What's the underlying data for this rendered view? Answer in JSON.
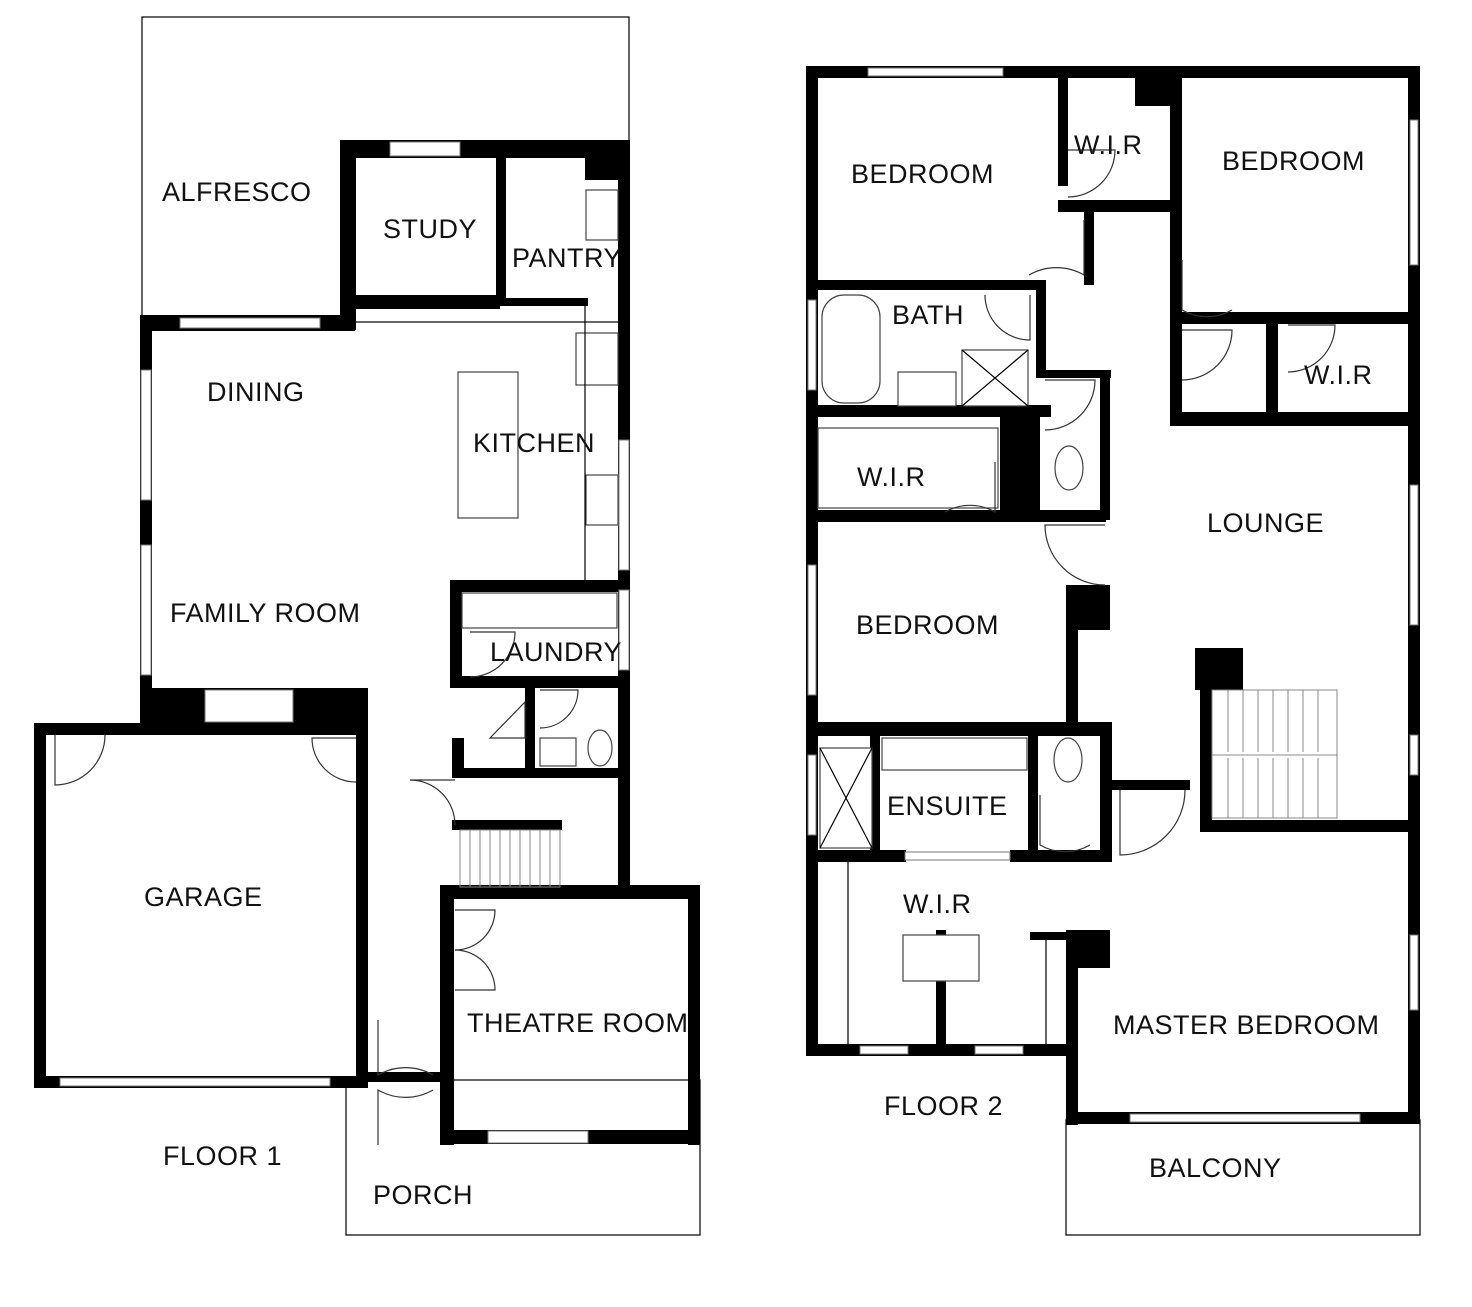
{
  "floor1": {
    "caption": "FLOOR 1",
    "rooms": {
      "alfresco": "ALFRESCO",
      "study": "STUDY",
      "pantry": "PANTRY",
      "dining": "DINING",
      "kitchen": "KITCHEN",
      "family_room": "FAMILY ROOM",
      "laundry": "LAUNDRY",
      "garage": "GARAGE",
      "theatre_room": "THEATRE ROOM",
      "porch": "PORCH"
    }
  },
  "floor2": {
    "caption": "FLOOR 2",
    "rooms": {
      "bedroom_1": "BEDROOM",
      "wir_1": "W.I.R",
      "bedroom_2": "BEDROOM",
      "bath": "BATH",
      "wir_2": "W.I.R",
      "wir_3": "W.I.R",
      "lounge": "LOUNGE",
      "bedroom_3": "BEDROOM",
      "ensuite": "ENSUITE",
      "wir_4": "W.I.R",
      "master_bedroom": "MASTER BEDROOM",
      "balcony": "BALCONY"
    }
  }
}
